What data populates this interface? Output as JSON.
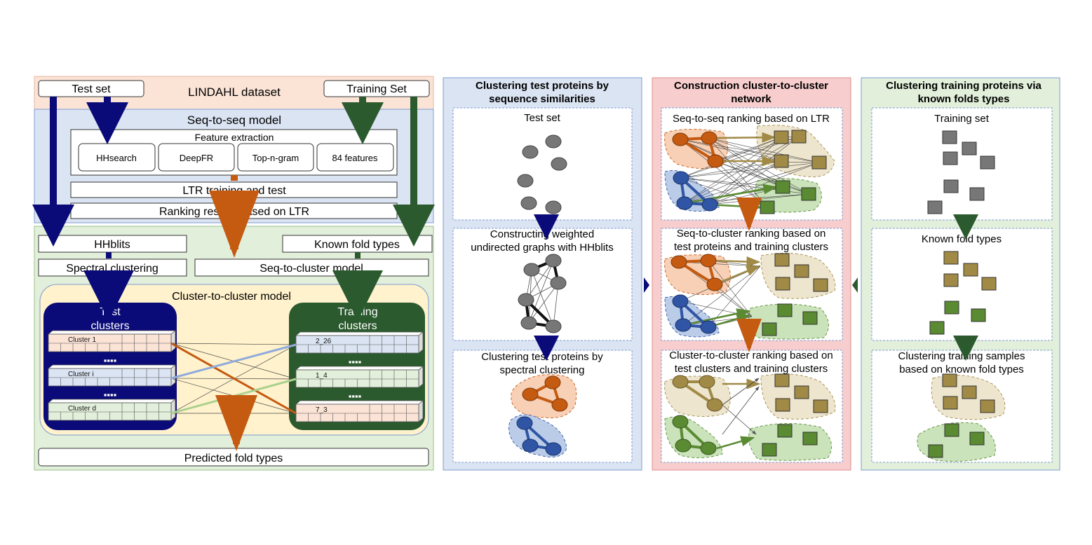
{
  "pipeline": {
    "dataset_label": "LINDAHL dataset",
    "test_set_label": "Test set",
    "training_set_label": "Training Set",
    "seq_model_label": "Seq-to-seq model",
    "feature_extraction_label": "Feature extraction",
    "features": [
      "HHsearch",
      "DeepFR",
      "Top-n-gram",
      "84 features"
    ],
    "ltr_training_label": "LTR training and test",
    "ranking_results_label": "Ranking results based on LTR",
    "hhblits_label": "HHblits",
    "known_fold_label": "Known fold types",
    "spectral_label": "Spectral clustering",
    "seq_cluster_model_label": "Seq-to-cluster model",
    "c2c_model_label": "Cluster-to-cluster model",
    "test_clusters_title": [
      "Test",
      "clusters"
    ],
    "training_clusters_title": [
      "Training",
      "clusters"
    ],
    "test_cluster_names": [
      "Cluster 1",
      "Cluster i",
      "Cluster d"
    ],
    "training_cluster_names": [
      "2_26",
      "1_4",
      "7_3"
    ],
    "ellipsis": "▪▪▪▪",
    "predicted_label": "Predicted fold types"
  },
  "panel_test": {
    "title": [
      "Clustering test proteins by",
      "sequence similarities"
    ],
    "box1_label": "Test set",
    "box2_label": [
      "Constructing weighted",
      "undirected graphs with HHblits"
    ],
    "box3_label": [
      "Clustering test proteins by",
      "spectral clustering"
    ]
  },
  "panel_network": {
    "title": [
      "Construction cluster-to-cluster",
      "network"
    ],
    "box1_label": "Seq-to-seq ranking based on LTR",
    "box2_label": [
      "Seq-to-cluster ranking based on",
      "test proteins and training clusters"
    ],
    "box3_label": [
      "Cluster-to-cluster ranking based on",
      "test clusters and training clusters"
    ]
  },
  "panel_train": {
    "title": [
      "Clustering training proteins via",
      "known folds types"
    ],
    "box1_label": "Training set",
    "box2_label": "Known fold types",
    "box3_label": [
      "Clustering training samples",
      "based on known fold types"
    ]
  },
  "colors": {
    "navy": "#0a0a78",
    "dark_green": "#2b5a2e",
    "orange": "#c55a11",
    "blue_node": "#2f55a4",
    "green_node": "#5a8a32",
    "gold_node": "#a08a46",
    "panel_blue": "#dbe4f3",
    "panel_pink": "#f7cdcd",
    "panel_green": "#e2efda",
    "dataset_bg": "#fbe3d6"
  }
}
